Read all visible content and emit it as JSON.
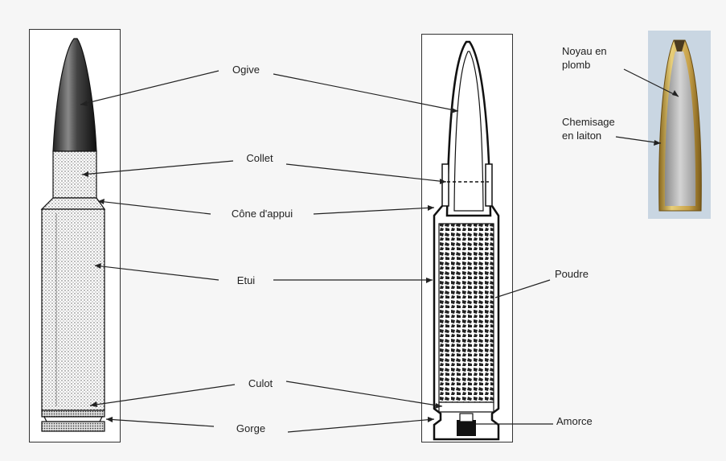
{
  "labels": {
    "ogive": "Ogive",
    "collet": "Collet",
    "cone": "Cône d'appui",
    "etui": "Etui",
    "culot": "Culot",
    "gorge": "Gorge",
    "poudre": "Poudre",
    "amorce": "Amorce",
    "noyau": "Noyau en\nplomb",
    "chemisage": "Chemisage\nen laiton"
  },
  "colors": {
    "background": "#f6f6f6",
    "line": "#222222",
    "photo_bg": "#c9d6e2",
    "brass": "#c8a24a",
    "lead": "#b9b9b9"
  }
}
